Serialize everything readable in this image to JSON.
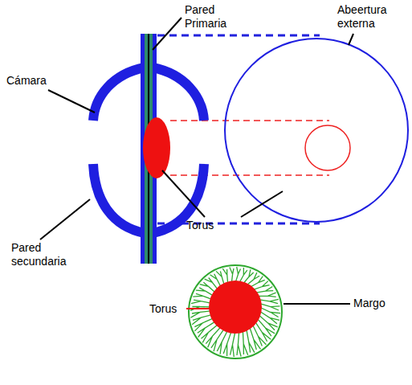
{
  "diagram": {
    "labels": [
      "Pared Primaria",
      "Abeertura externa",
      "Cámara",
      "Torus",
      "Pared secundaria",
      "Torus",
      "Margo"
    ]
  }
}
